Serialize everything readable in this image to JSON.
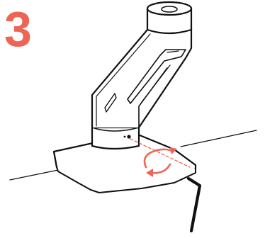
{
  "step": {
    "number": "3"
  },
  "colors": {
    "accent": "#ee6555",
    "line": "#111111",
    "fill": "#ffffff"
  },
  "illustration": {
    "subject": "mount-arm-on-base",
    "tool": "hex-key",
    "action": "rotate-arrows"
  }
}
